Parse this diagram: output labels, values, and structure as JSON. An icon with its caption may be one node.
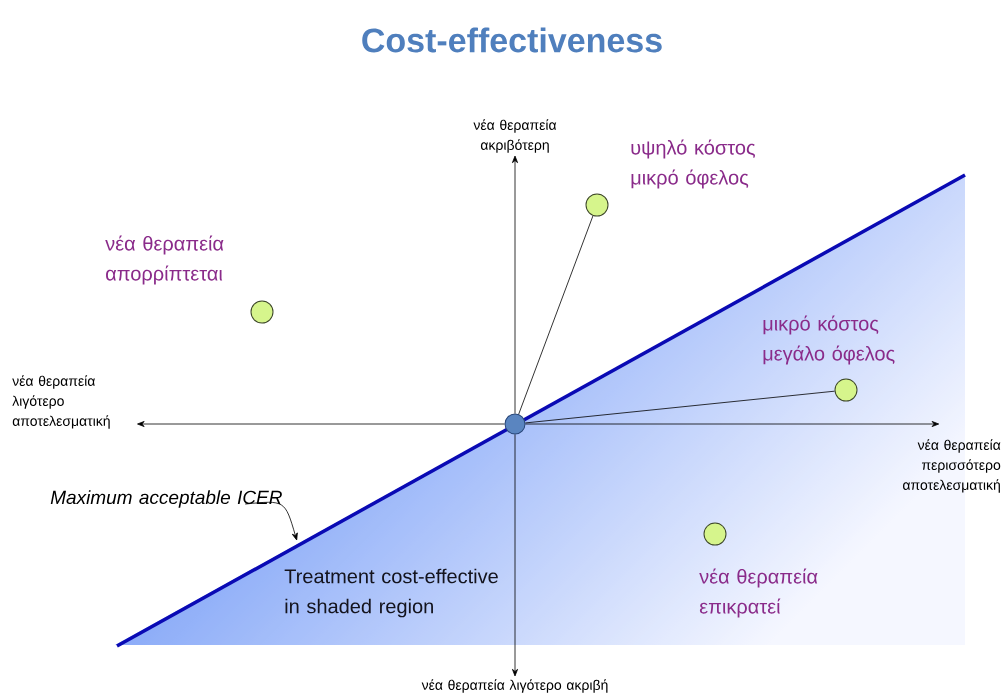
{
  "diagram": {
    "title": "Cost-effectiveness",
    "nodes": [
      {
        "text": [
          "νέα θεραπεία ακριβότερη"
        ]
      },
      {
        "text": [
          "νέα θεραπεία λιγότερο αποτελεσματική"
        ]
      },
      {
        "text": [
          "νέα θεραπεία περισσότερο αποτελεσματική"
        ]
      },
      {
        "text": [
          "νέα θεραπεία λιγότερο ακριβή"
        ]
      },
      {
        "text": [],
        "shape": "circle"
      },
      {
        "text": [],
        "shape": "circle"
      },
      {
        "text": [],
        "shape": "circle"
      },
      {
        "text": [],
        "shape": "circle"
      },
      {
        "text": [],
        "shape": "circle"
      },
      {
        "text": [
          "Maximum acceptable ICER"
        ]
      }
    ],
    "edges": [
      {
        "from": 4,
        "to": 0,
        "arrow": "to"
      },
      {
        "from": 4,
        "to": 1,
        "arrow": "to"
      },
      {
        "from": 4,
        "to": 2,
        "arrow": "to"
      },
      {
        "from": 4,
        "to": 3,
        "arrow": "to"
      },
      {
        "from": 4,
        "to": 5,
        "arrow": "none"
      },
      {
        "from": 4,
        "to": 7,
        "arrow": "none"
      },
      {
        "from": 9,
        "to": null,
        "arrow": "to"
      }
    ],
    "labels": [
      "υψηλό κόστος μικρό όφελος",
      "νέα θεραπεία απορρίπτεται",
      "μικρό κόστος μεγάλο όφελος",
      "Treatment cost-effective in shaded region",
      "νέα θεραπεία επικρατεί"
    ]
  }
}
